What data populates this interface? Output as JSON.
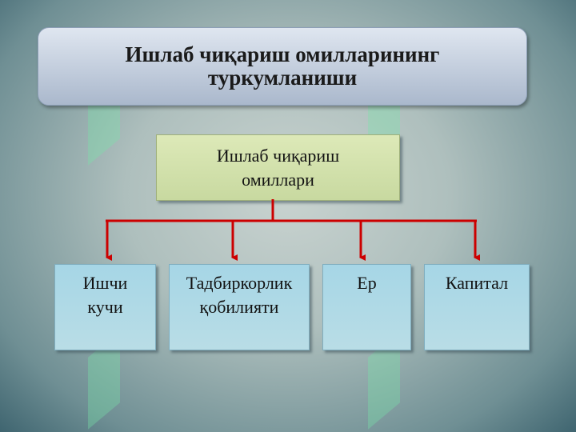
{
  "title": "Ишлаб чиқариш омилларининг туркумланиши",
  "root": {
    "line1": "Ишлаб чиқариш",
    "line2": "омиллари"
  },
  "children": [
    {
      "line1": "Ишчи",
      "line2": "кучи"
    },
    {
      "line1": "Тадбиркорлик",
      "line2": "қобилияти"
    },
    {
      "line1": "Ер",
      "line2": ""
    },
    {
      "line1": "Капитал",
      "line2": ""
    }
  ],
  "colors": {
    "connector": "#cc0000",
    "root_fill": "#d4e3ad",
    "leaf_fill": "#acd8e6"
  }
}
